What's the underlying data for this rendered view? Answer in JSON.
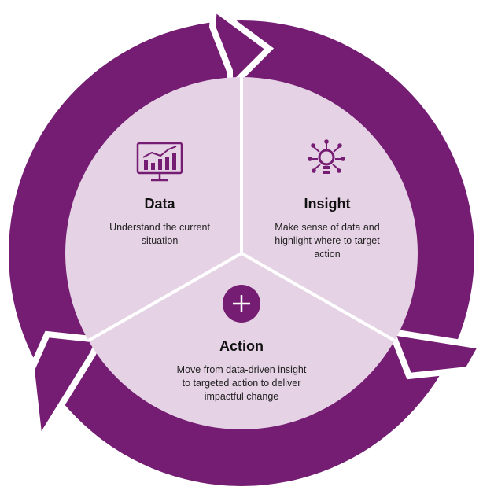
{
  "colors": {
    "ring": "#741d73",
    "inner": "#e6d2e5",
    "divider": "#ffffff",
    "icon": "#741d73",
    "title_text": "#111111",
    "body_text": "#222222"
  },
  "segments": [
    {
      "title": "Data",
      "icon": "monitor-chart-icon",
      "description": [
        "Understand the current",
        "situation"
      ]
    },
    {
      "title": "Insight",
      "icon": "lightbulb-network-icon",
      "description": [
        "Make sense of data and",
        "highlight where to target",
        "action"
      ]
    },
    {
      "title": "Action",
      "icon": "plus-circle-icon",
      "description": [
        "Move from data-driven insight",
        "to targeted action to deliver",
        "impactful change"
      ]
    }
  ]
}
